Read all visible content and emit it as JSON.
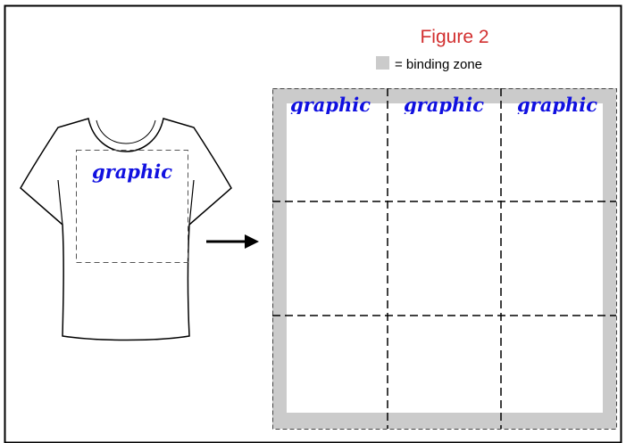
{
  "figure": {
    "title": "Figure 2",
    "legend_text": "= binding zone"
  },
  "shirt": {
    "graphic_text": "graphic"
  },
  "grid": {
    "rows": 3,
    "cols": 3,
    "tile_text": "graphic"
  },
  "colors": {
    "title": "#d22f2f",
    "graphic_text": "#1010e0",
    "binding_zone": "#cbcbcb",
    "outline": "#000000",
    "dashed_line": "#000000",
    "dashed_border": "#444444"
  }
}
